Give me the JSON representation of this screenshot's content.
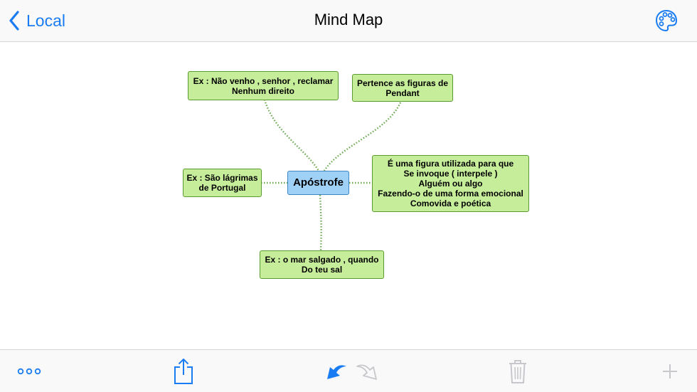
{
  "nav": {
    "back_label": "Local",
    "title": "Mind Map",
    "palette_icon": "palette-icon",
    "back_icon": "chevron-left-icon"
  },
  "mindmap": {
    "central": "Apóstrofe",
    "branches": [
      {
        "lines": [
          "Ex : Não venho , senhor , reclamar",
          "Nenhum direito"
        ]
      },
      {
        "lines": [
          "Pertence as figuras de",
          "Pendant"
        ]
      },
      {
        "lines": [
          "Ex : São lágrimas",
          "de Portugal"
        ]
      },
      {
        "lines": [
          "É uma figura utilizada para que",
          "Se invoque ( interpele )",
          "Alguém ou algo",
          "Fazendo-o de uma forma emocional",
          "Comovida e poética"
        ]
      },
      {
        "lines": [
          "Ex : o mar salgado , quando",
          "Do teu sal"
        ]
      }
    ]
  },
  "toolbar": {
    "items": [
      "more-icon",
      "share-icon",
      "undo-icon",
      "redo-icon",
      "trash-icon",
      "add-icon"
    ]
  },
  "colors": {
    "accent": "#1a7cf2",
    "node_fill": "#c6ee9a",
    "node_border": "#5a9a2e",
    "central_fill": "#9fd1f7",
    "connector": "#6aa84f",
    "disabled": "#c7c7cc"
  }
}
